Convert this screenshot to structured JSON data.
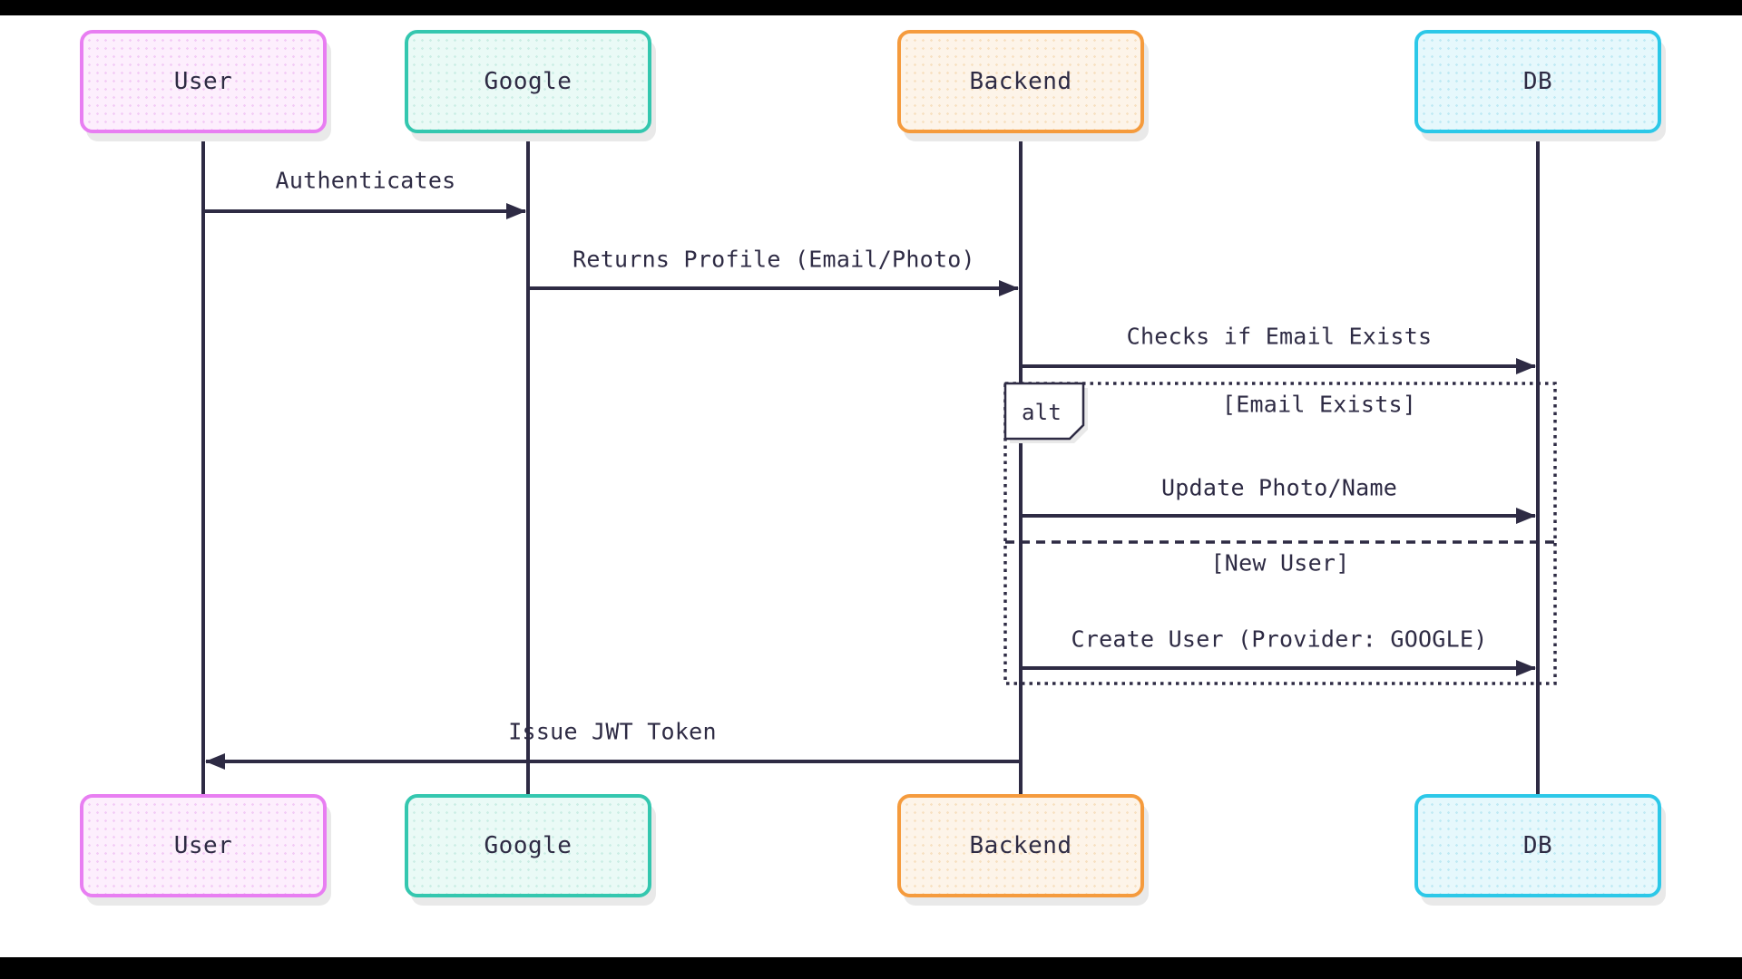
{
  "diagram": {
    "type": "sequence",
    "actors": [
      {
        "id": "user",
        "label": "User",
        "border_color": "#e87ef2",
        "fill_color": "#fdeffd"
      },
      {
        "id": "google",
        "label": "Google",
        "border_color": "#34c7af",
        "fill_color": "#eafaf6"
      },
      {
        "id": "backend",
        "label": "Backend",
        "border_color": "#f59b3d",
        "fill_color": "#fdf4e9"
      },
      {
        "id": "db",
        "label": "DB",
        "border_color": "#2cc8e8",
        "fill_color": "#e6f8fc"
      }
    ],
    "messages": [
      {
        "from": "User",
        "to": "Google",
        "label": "Authenticates"
      },
      {
        "from": "Google",
        "to": "Backend",
        "label": "Returns Profile (Email/Photo)"
      },
      {
        "from": "Backend",
        "to": "DB",
        "label": "Checks if Email Exists"
      },
      {
        "from": "Backend",
        "to": "DB",
        "label": "Update Photo/Name",
        "branch": "[Email Exists]"
      },
      {
        "from": "Backend",
        "to": "DB",
        "label": "Create User (Provider: GOOGLE)",
        "branch": "[New User]"
      },
      {
        "from": "Backend",
        "to": "User",
        "label": "Issue JWT Token"
      }
    ],
    "alt_fragment": {
      "keyword": "alt",
      "branches": [
        "[Email Exists]",
        "[New User]"
      ]
    },
    "colors": {
      "ink": "#2e2b44",
      "canvas": "#ffffff",
      "letterbox": "#000000",
      "shadow": "#e9e9e9"
    }
  }
}
